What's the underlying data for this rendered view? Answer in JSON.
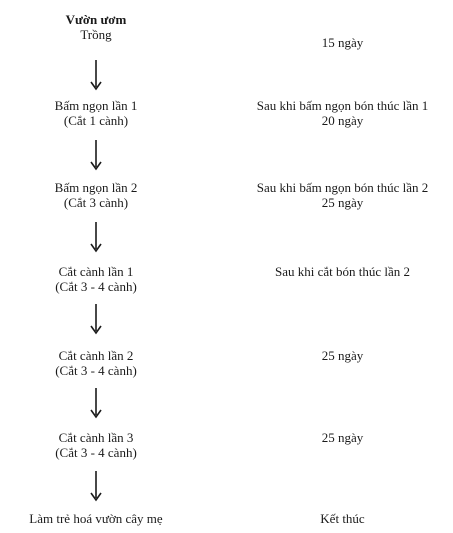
{
  "steps": [
    {
      "title": "Vườn ươm",
      "line": "Trồng",
      "note": "15 ngày"
    },
    {
      "line": "Bấm ngọn lần 1",
      "sub": "(Cắt 1 cành)",
      "note_line1": "Sau khi bấm ngọn bón thúc lần 1",
      "note_line2": "20 ngày"
    },
    {
      "line": "Bấm ngọn lần 2",
      "sub": "(Cắt 3 cành)",
      "note_line1": "Sau khi bấm ngọn bón thúc lần 2",
      "note_line2": "25 ngày"
    },
    {
      "line": "Cắt cành lần 1",
      "sub": "(Cắt 3 - 4 cành)",
      "note": "Sau khi cắt bón thúc lần 2"
    },
    {
      "line": "Cắt cành lần 2",
      "sub": "(Cắt 3 - 4 cành)",
      "note": "25 ngày"
    },
    {
      "line": "Cắt cành lần 3",
      "sub": "(Cắt 3 - 4 cành)",
      "note": "25 ngày"
    },
    {
      "line": "Làm trẻ hoá vườn cây mẹ",
      "note": "Kết thúc"
    }
  ],
  "colors": {
    "text": "#1a1a1a",
    "arrow": "#1a1a1a"
  }
}
